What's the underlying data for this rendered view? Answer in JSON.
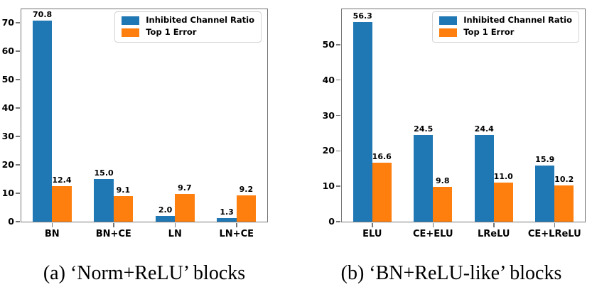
{
  "figure": {
    "captions": [
      "(a) ‘Norm+ReLU’ blocks",
      "(b) ‘BN+ReLU-like’ blocks"
    ]
  },
  "colors": {
    "inhibited_channel_ratio": "#1f77b4",
    "top1_error": "#ff7f0e",
    "axis": "#767676",
    "legend_border": "#d4d4d4",
    "text": "#000000",
    "background": "#ffffff"
  },
  "chart_data": [
    {
      "type": "bar",
      "panel": "a",
      "title": "",
      "xlabel": "",
      "ylabel": "",
      "categories": [
        "BN",
        "BN+CE",
        "LN",
        "LN+CE"
      ],
      "series": [
        {
          "name": "Inhibited Channel Ratio",
          "color": "#1f77b4",
          "values": [
            70.8,
            15.0,
            2.0,
            1.3
          ]
        },
        {
          "name": "Top 1 Error",
          "color": "#ff7f0e",
          "values": [
            12.4,
            9.1,
            9.7,
            9.2
          ]
        }
      ],
      "ylim": [
        0,
        74.7
      ],
      "yticks": [
        0,
        10,
        20,
        30,
        40,
        50,
        60,
        70
      ],
      "bar_value_labels": true,
      "grid": false,
      "legend_position": "upper right"
    },
    {
      "type": "bar",
      "panel": "b",
      "title": "",
      "xlabel": "",
      "ylabel": "",
      "categories": [
        "ELU",
        "CE+ELU",
        "LReLU",
        "CE+LReLU"
      ],
      "series": [
        {
          "name": "Inhibited Channel Ratio",
          "color": "#1f77b4",
          "values": [
            56.3,
            24.5,
            24.4,
            15.9
          ]
        },
        {
          "name": "Top 1 Error",
          "color": "#ff7f0e",
          "values": [
            16.6,
            9.8,
            11.0,
            10.2
          ]
        }
      ],
      "ylim": [
        0,
        60
      ],
      "yticks": [
        0,
        10,
        20,
        30,
        40,
        50
      ],
      "bar_value_labels": true,
      "grid": false,
      "legend_position": "upper right"
    }
  ]
}
